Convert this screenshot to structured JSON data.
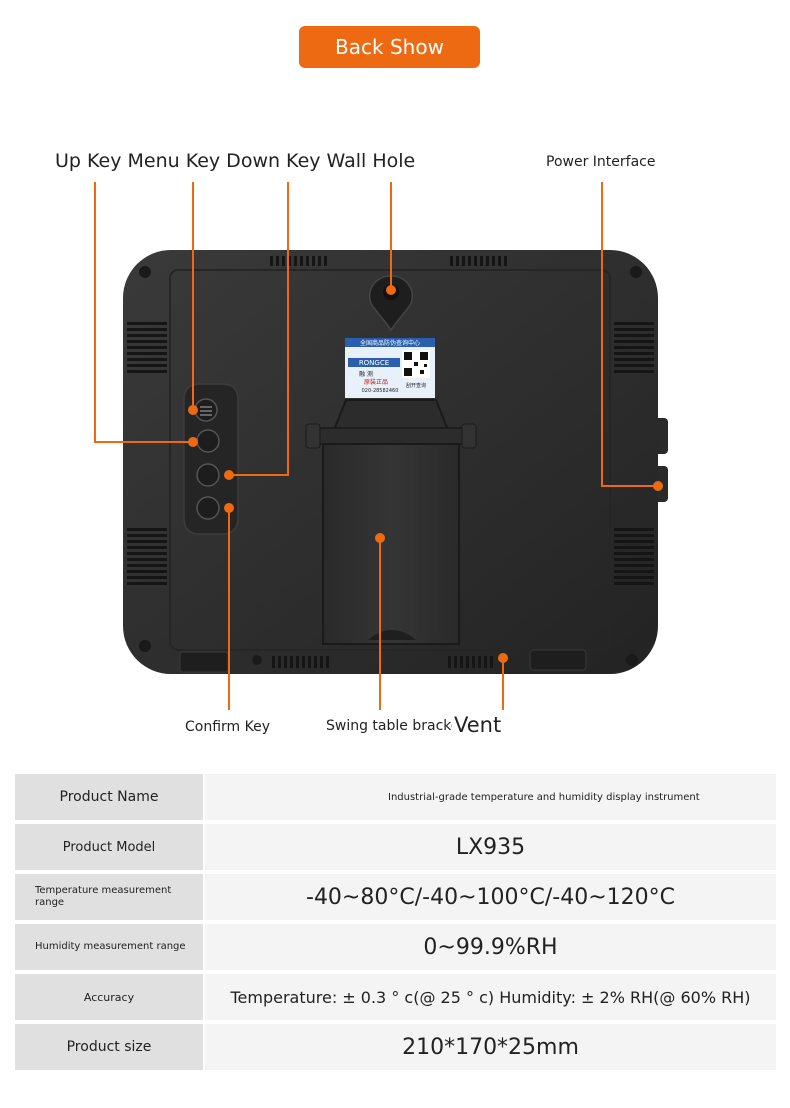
{
  "banner": {
    "title": "Back Show"
  },
  "callouts": {
    "top_row": "Up Key Menu Key Down Key Wall Hole",
    "power_interface": "Power Interface",
    "confirm_key": "Confirm Key",
    "swing_bracket": "Swing table bracke",
    "vent": "Vent"
  },
  "sticker": {
    "header": "全国商品防伪查询中心",
    "brand": "RONGCE",
    "text1": "融 测",
    "text2": "原装正品",
    "phone": "020-28582460",
    "side": "刮开查询"
  },
  "colors": {
    "accent": "#ee6a12",
    "device_body": "#2e2e2e"
  },
  "specs": [
    {
      "key": "Product Name",
      "value": "Industrial-grade temperature and humidity display instrument"
    },
    {
      "key": "Product Model",
      "value": "LX935"
    },
    {
      "key": "Temperature measurement range",
      "value": "-40~80°C/-40~100°C/-40~120°C"
    },
    {
      "key": "Humidity measurement range",
      "value": "0~99.9%RH"
    },
    {
      "key": "Accuracy",
      "value": "Temperature: ± 0.3 ° c(@ 25 ° c) Humidity: ± 2% RH(@ 60% RH)"
    },
    {
      "key": "Product size",
      "value": "210*170*25mm"
    }
  ]
}
